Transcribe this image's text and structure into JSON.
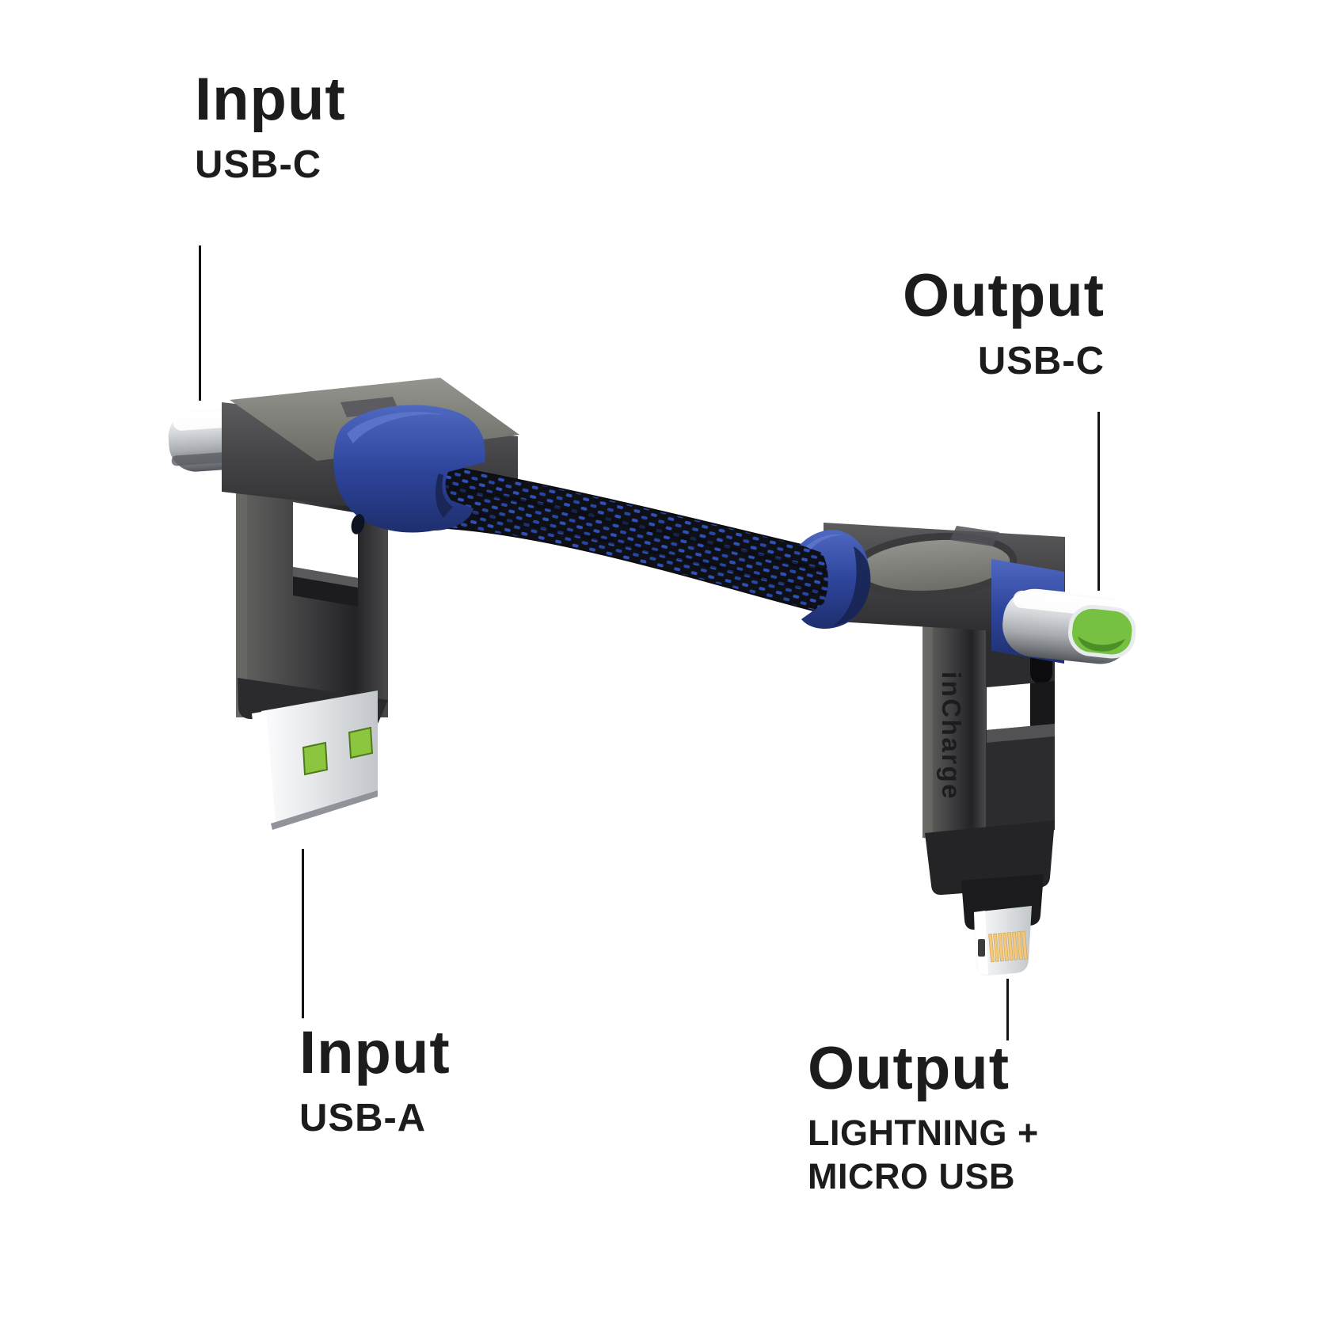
{
  "page": {
    "background": "#ffffff",
    "text_color": "#1c1c1c"
  },
  "product": {
    "brand": "inCharge",
    "colors": {
      "accent_blue": "#2e459c",
      "blue_highlight": "#4f68c0",
      "blue_shadow": "#17234f",
      "braid_black": "#0e1016",
      "braid_blue": "#2f50b7",
      "body_dark": "#3a3a3c",
      "body_top_gray": "#8f8f89",
      "metal_silver": "#d6d9dc",
      "usb_a_contact_green": "#8cc63e",
      "usb_c_mouth_green": "#76c142",
      "lightning_pin_gold": "#f1c87d"
    }
  },
  "callouts": {
    "top_left": {
      "title": "Input",
      "subtitle": "USB-C"
    },
    "top_right": {
      "title": "Output",
      "subtitle": "USB-C"
    },
    "bottom_left": {
      "title": "Input",
      "subtitle": "USB-A"
    },
    "bottom_right": {
      "title": "Output",
      "subtitle_line1": "LIGHTNING +",
      "subtitle_line2": "MICRO USB"
    }
  }
}
